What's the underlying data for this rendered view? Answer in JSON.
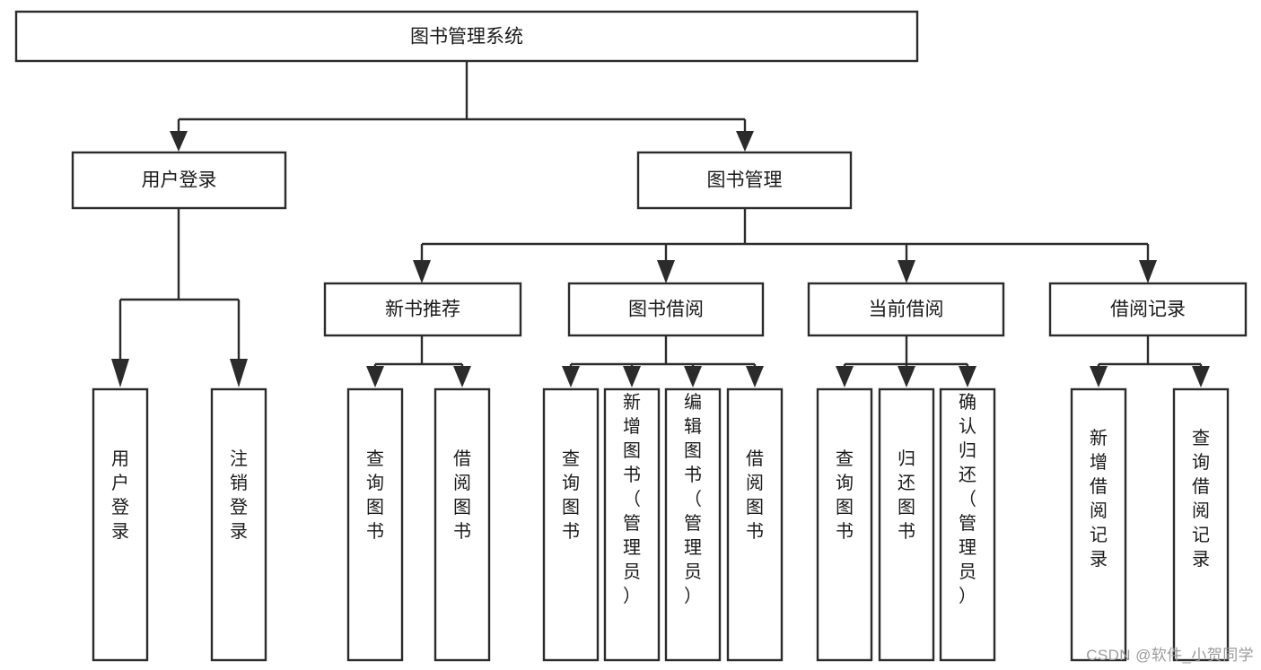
{
  "diagram": {
    "type": "tree-hierarchy",
    "title": "图书管理系统",
    "watermark": "CSDN @软件_小贺同学",
    "colors": {
      "box_fill": "#ffffff",
      "box_stroke": "#2b2b2b",
      "connector": "#2b2b2b",
      "text": "#1a1a1a",
      "watermark": "#9a9a9a",
      "background": "#ffffff"
    },
    "root": {
      "label": "图书管理系统",
      "orientation": "horizontal"
    },
    "level2": [
      {
        "label": "用户登录",
        "orientation": "horizontal"
      },
      {
        "label": "图书管理",
        "orientation": "horizontal"
      }
    ],
    "level3": [
      {
        "label": "新书推荐",
        "orientation": "horizontal",
        "parent": "图书管理"
      },
      {
        "label": "图书借阅",
        "orientation": "horizontal",
        "parent": "图书管理"
      },
      {
        "label": "当前借阅",
        "orientation": "horizontal",
        "parent": "图书管理"
      },
      {
        "label": "借阅记录",
        "orientation": "horizontal",
        "parent": "图书管理"
      }
    ],
    "leaves": [
      {
        "label": "用户登录",
        "orientation": "vertical",
        "parent": "用户登录"
      },
      {
        "label": "注销登录",
        "orientation": "vertical",
        "parent": "用户登录"
      },
      {
        "label": "查询图书",
        "orientation": "vertical",
        "parent": "新书推荐"
      },
      {
        "label": "借阅图书",
        "orientation": "vertical",
        "parent": "新书推荐"
      },
      {
        "label": "查询图书",
        "orientation": "vertical",
        "parent": "图书借阅"
      },
      {
        "label": "新增图书（管理员）",
        "orientation": "vertical",
        "parent": "图书借阅"
      },
      {
        "label": "编辑图书（管理员）",
        "orientation": "vertical",
        "parent": "图书借阅"
      },
      {
        "label": "借阅图书",
        "orientation": "vertical",
        "parent": "图书借阅"
      },
      {
        "label": "查询图书",
        "orientation": "vertical",
        "parent": "当前借阅"
      },
      {
        "label": "归还图书",
        "orientation": "vertical",
        "parent": "当前借阅"
      },
      {
        "label": "确认归还（管理员）",
        "orientation": "vertical",
        "parent": "当前借阅"
      },
      {
        "label": "新增借阅记录",
        "orientation": "vertical",
        "parent": "借阅记录"
      },
      {
        "label": "查询借阅记录",
        "orientation": "vertical",
        "parent": "借阅记录"
      }
    ]
  }
}
